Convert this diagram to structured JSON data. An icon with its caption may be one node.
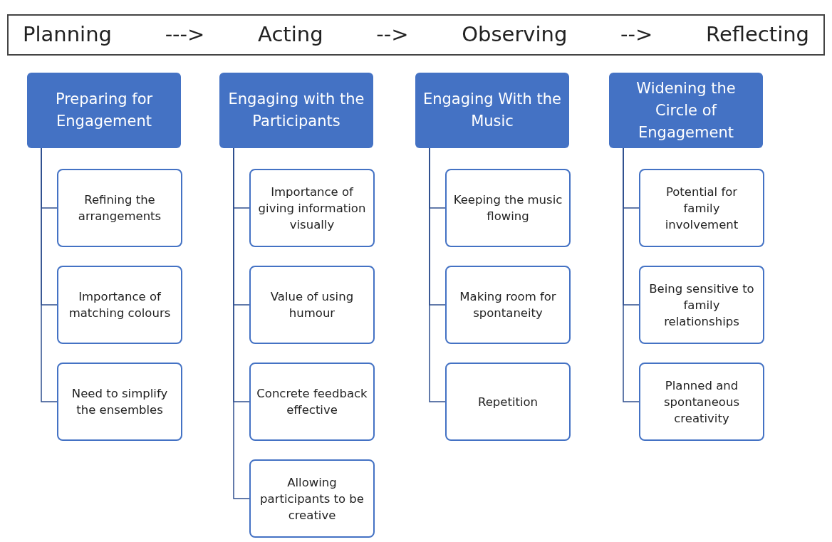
{
  "diagram": {
    "nodes": [
      {
        "text": [
          "Planning",
          "--->",
          "Acting",
          "-->",
          "Observing",
          "-->",
          "Reflecting"
        ]
      },
      {
        "text": [
          "Preparing for Engagement"
        ]
      },
      {
        "text": [
          "Refining the arrangements"
        ]
      },
      {
        "text": [
          "Importance of matching colours"
        ]
      },
      {
        "text": [
          "Need to simplify the ensembles"
        ]
      },
      {
        "text": [
          "Engaging with the Participants"
        ]
      },
      {
        "text": [
          "Importance of giving information visually"
        ]
      },
      {
        "text": [
          "Value of using humour"
        ]
      },
      {
        "text": [
          "Concrete feedback effective"
        ]
      },
      {
        "text": [
          "Allowing participants to be creative"
        ]
      },
      {
        "text": [
          "Engaging With the Music"
        ]
      },
      {
        "text": [
          "Keeping the music flowing"
        ]
      },
      {
        "text": [
          "Making room for spontaneity"
        ]
      },
      {
        "text": [
          "Repetition"
        ]
      },
      {
        "text": [
          "Widening the Circle of Engagement"
        ]
      },
      {
        "text": [
          "Potential for family involvement"
        ]
      },
      {
        "text": [
          "Being sensitive to family relationships"
        ]
      },
      {
        "text": [
          "Planned and spontaneous creativity"
        ]
      }
    ],
    "edges": [
      {
        "from": 1,
        "to": 2,
        "arrow": "none"
      },
      {
        "from": 1,
        "to": 3,
        "arrow": "none"
      },
      {
        "from": 1,
        "to": 4,
        "arrow": "none"
      },
      {
        "from": 5,
        "to": 6,
        "arrow": "none"
      },
      {
        "from": 5,
        "to": 7,
        "arrow": "none"
      },
      {
        "from": 5,
        "to": 8,
        "arrow": "none"
      },
      {
        "from": 5,
        "to": 9,
        "arrow": "none"
      },
      {
        "from": 10,
        "to": 11,
        "arrow": "none"
      },
      {
        "from": 10,
        "to": 12,
        "arrow": "none"
      },
      {
        "from": 10,
        "to": 13,
        "arrow": "none"
      },
      {
        "from": 14,
        "to": 15,
        "arrow": "none"
      },
      {
        "from": 14,
        "to": 16,
        "arrow": "none"
      },
      {
        "from": 14,
        "to": 17,
        "arrow": "none"
      }
    ]
  }
}
